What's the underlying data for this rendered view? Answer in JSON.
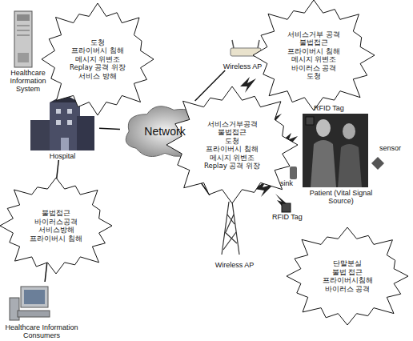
{
  "diagram": {
    "nodes": [
      {
        "text": [
          "Healthcare Information System"
        ]
      },
      {
        "text": [
          "도청",
          "프라이버시 침해",
          "메시지 위변조",
          "Replay 공격 위장",
          "서비스 방해"
        ]
      },
      {
        "text": [
          "Hospital"
        ]
      },
      {
        "text": [
          "Network"
        ]
      },
      {
        "text": [
          "Wireless AP"
        ]
      },
      {
        "text": [
          "서비스거부 공격",
          "불법접근",
          "프라이버시 침해",
          "메시지 위변조",
          "바이러스 공격",
          "도청"
        ]
      },
      {
        "text": [
          "서비스거부공격",
          "불법접근",
          "도청",
          "프라이버시 침해",
          "메시지 위변조",
          "Replay 공격 위장"
        ]
      },
      {
        "text": [
          "Patient (Vital Signal Source)"
        ]
      },
      {
        "text": [
          "Wireless AP"
        ]
      },
      {
        "text": [
          "불법접근",
          "바이러스공격",
          "서비스방해",
          "프라이버시 침해"
        ]
      },
      {
        "text": [
          "Healthcare Information Consumers"
        ]
      },
      {
        "text": [
          "단말분실",
          "불법 접근",
          "프라이버시침해",
          "바이러스 공격"
        ]
      }
    ],
    "edges": [
      {
        "from": 0,
        "to": 2,
        "arrow": "none"
      },
      {
        "from": 2,
        "to": 10,
        "arrow": "none"
      },
      {
        "from": 2,
        "to": 3,
        "arrow": "none"
      },
      {
        "from": 3,
        "to": 4,
        "arrow": "none"
      },
      {
        "from": 3,
        "to": 8,
        "arrow": "none"
      }
    ],
    "labels": [
      "RFID Tag",
      "sensor",
      "sink",
      "RFID Tag"
    ]
  }
}
